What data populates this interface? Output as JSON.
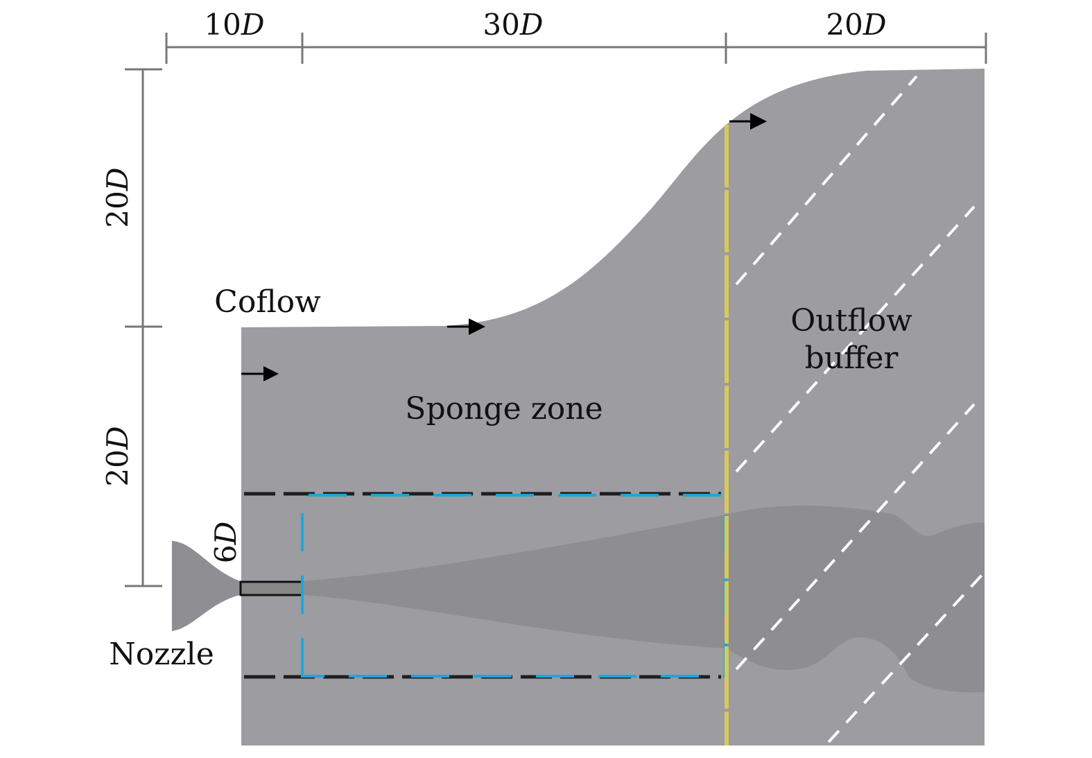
{
  "dimensions": {
    "top": [
      {
        "num": "10",
        "unit": "D"
      },
      {
        "num": "30",
        "unit": "D"
      },
      {
        "num": "20",
        "unit": "D"
      }
    ],
    "left": [
      {
        "num": "20",
        "unit": "D"
      },
      {
        "num": "20",
        "unit": "D"
      }
    ],
    "nozzle_height": {
      "num": "6",
      "unit": "D"
    }
  },
  "labels": {
    "coflow": "Coflow",
    "sponge_zone": "Sponge zone",
    "outflow_line1": "Outflow",
    "outflow_line2": "buffer",
    "nozzle": "Nozzle"
  },
  "colors": {
    "domain": "#9c9ca1",
    "plume": "#8c8c91",
    "outline_box": "#1ba7dc",
    "interface_line": "#d8c85a",
    "buffer_hatch": "#ffffff"
  }
}
